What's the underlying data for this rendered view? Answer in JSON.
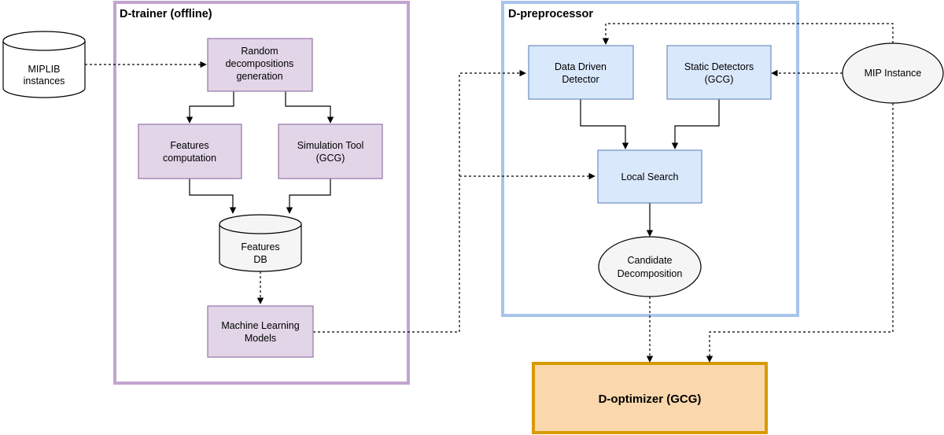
{
  "colors": {
    "trainer_border": "#c3a4cf",
    "trainer_fill": "#e1d5e7",
    "trainer_stroke": "#9673a6",
    "preproc_border": "#a9c4eb",
    "preproc_fill": "#dae8fc",
    "preproc_stroke": "#6c8ebf",
    "optimizer_border": "#d79b00",
    "optimizer_fill": "#fad7ac",
    "neutral_fill": "#f5f5f5",
    "neutral_stroke": "#666666"
  },
  "containers": {
    "trainer": {
      "title": "D-trainer (offline)"
    },
    "preprocessor": {
      "title": "D-preprocessor"
    }
  },
  "nodes": {
    "miplib": [
      "MIPLIB",
      "instances"
    ],
    "random_decomp": [
      "Random",
      "decompositions",
      "generation"
    ],
    "features_comp": [
      "Features",
      "computation"
    ],
    "simulation_tool": [
      "Simulation Tool",
      "(GCG)"
    ],
    "features_db": [
      "Features",
      "DB"
    ],
    "ml_models": [
      "Machine Learning",
      "Models"
    ],
    "data_driven": [
      "Data Driven",
      "Detector"
    ],
    "static_detectors": [
      "Static Detectors",
      "(GCG)"
    ],
    "mip_instance": [
      "MIP Instance"
    ],
    "local_search": [
      "Local Search"
    ],
    "candidate": [
      "Candidate",
      "Decomposition"
    ],
    "optimizer": [
      "D-optimizer (GCG)"
    ]
  }
}
